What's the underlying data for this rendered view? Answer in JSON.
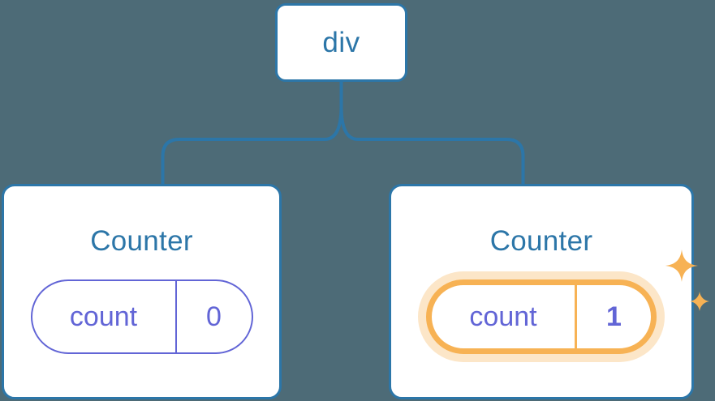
{
  "diagram": {
    "type": "component-tree",
    "background_color": "#4d6b77",
    "accent_blue": "#2c76a8",
    "accent_periwinkle": "#6265d6",
    "accent_orange": "#f7b254",
    "root": {
      "label": "div"
    },
    "connector": {
      "name": "tree-branch-connector",
      "stroke_color": "#2c76a8"
    },
    "children": [
      {
        "title": "Counter",
        "state": {
          "key": "count",
          "value": "0",
          "highlighted": false
        }
      },
      {
        "title": "Counter",
        "state": {
          "key": "count",
          "value": "1",
          "highlighted": true
        },
        "sparkles": 2
      }
    ]
  }
}
